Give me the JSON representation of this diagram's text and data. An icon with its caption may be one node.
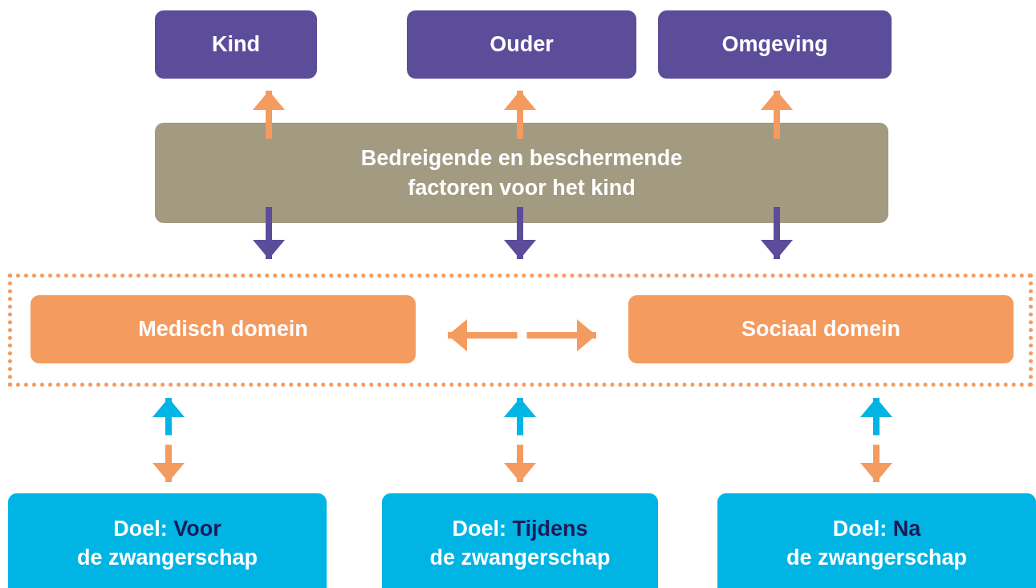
{
  "diagram": {
    "nodes": [
      {
        "text": [
          "Kind"
        ]
      },
      {
        "text": [
          "Ouder"
        ]
      },
      {
        "text": [
          "Omgeving"
        ]
      },
      {
        "text": [
          "Bedreigende en beschermende factoren voor het kind"
        ]
      },
      {
        "text": [],
        "shape": "box"
      },
      {
        "text": [
          "Medisch domein"
        ],
        "in": 4
      },
      {
        "text": [
          "Sociaal domein"
        ],
        "in": 4
      },
      {
        "text": [
          "Doel: **Voor** de zwangerschap"
        ]
      },
      {
        "text": [
          "Doel: **Tijdens** de zwangerschap"
        ]
      },
      {
        "text": [
          "Doel: **Na** de zwangerschap"
        ]
      }
    ],
    "edges": [
      {
        "from": 3,
        "to": 0,
        "arrow": "to",
        "color": "#f49b60"
      },
      {
        "from": 3,
        "to": 1,
        "arrow": "to",
        "color": "#f49b60"
      },
      {
        "from": 3,
        "to": 2,
        "arrow": "to",
        "color": "#f49b60"
      },
      {
        "from": 3,
        "to": 4,
        "arrow": "to",
        "color": "#5b4d9a"
      },
      {
        "from": 3,
        "to": 4,
        "arrow": "to",
        "color": "#5b4d9a"
      },
      {
        "from": 3,
        "to": 4,
        "arrow": "to",
        "color": "#5b4d9a"
      },
      {
        "from": 5,
        "to": 6,
        "arrow": "both",
        "color": "#f49b60"
      },
      {
        "from": 4,
        "to": 7,
        "arrow": "both"
      },
      {
        "from": 4,
        "to": 8,
        "arrow": "both"
      },
      {
        "from": 4,
        "to": 9,
        "arrow": "both"
      }
    ]
  }
}
